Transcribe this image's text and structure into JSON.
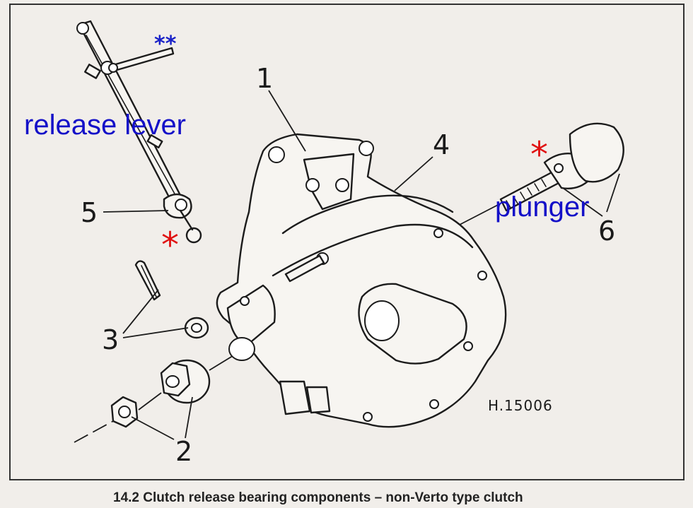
{
  "figure": {
    "caption": "14.2  Clutch release bearing components – non-Verto type clutch",
    "drawing_code": "H.15006"
  },
  "callouts": {
    "n1": "1",
    "n2": "2",
    "n3": "3",
    "n4": "4",
    "n5": "5",
    "n6": "6"
  },
  "annotations": {
    "release_lever": "release lever",
    "plunger": "plunger",
    "double_star": "**",
    "star_top_right": "*",
    "star_lever": "*"
  },
  "colors": {
    "annotation_blue": "#1410c8",
    "star_red": "#e01010",
    "ink": "#1c1c1c",
    "paper": "#f1eeea"
  }
}
